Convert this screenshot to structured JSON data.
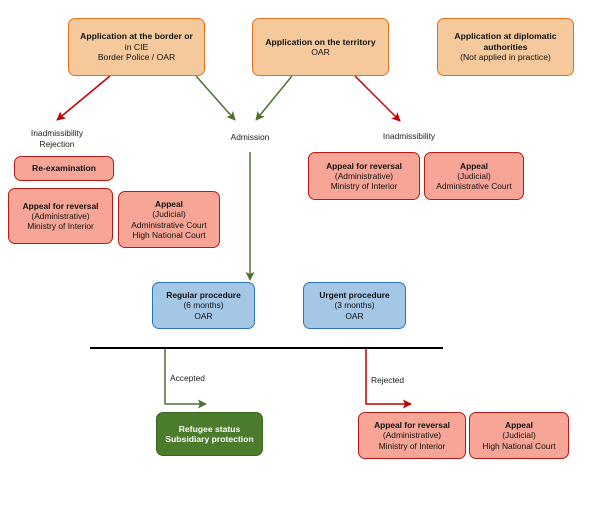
{
  "diagram": {
    "title": "Asylum procedure flowchart",
    "colors": {
      "orange_fill": "#f5c99b",
      "orange_border": "#e2701e",
      "red_fill": "#f6a596",
      "red_border": "#b51b14",
      "blue_fill": "#a4c7e6",
      "blue_border": "#2e73b3",
      "green_fill": "#4b7c2b",
      "green_border": "#3d6522",
      "arrow_red": "#c00000",
      "arrow_green": "#4d7030",
      "divider_black": "#000000"
    },
    "entry_nodes": [
      {
        "id": "application-border",
        "line1": "Application at the border or",
        "line2": "in CIE",
        "line3": "Border Police / OAR"
      },
      {
        "id": "application-territory",
        "line1": "Application on the territory",
        "line2": "OAR",
        "line3": ""
      },
      {
        "id": "application-diplomatic",
        "line1": "Application at diplomatic",
        "line2": "authorities",
        "line3": "(Not applied in practice)"
      }
    ],
    "edge_labels": {
      "inadmissibility_rejection": "Inadmissibility\nRejection",
      "admission": "Admission",
      "inadmissibility_right": "Inadmissibility",
      "accepted": "Accepted",
      "rejected": "Rejected"
    },
    "left_remedies": [
      {
        "id": "re-examination",
        "line1": "Re-examination",
        "line2": "",
        "line3": ""
      },
      {
        "id": "appeal-for-reversal-left",
        "line1": "Appeal for reversal",
        "line2": "(Administrative)",
        "line3": "Ministry of Interior"
      },
      {
        "id": "appeal-judicial-left",
        "line1": "Appeal",
        "line2": "(Judicial)",
        "line3": "Administrative Court",
        "line4": "High National Court"
      }
    ],
    "right_remedies": [
      {
        "id": "appeal-for-reversal-right",
        "line1": "Appeal for reversal",
        "line2": "(Administrative)",
        "line3": "Ministry of Interior"
      },
      {
        "id": "appeal-judicial-right",
        "line1": "Appeal",
        "line2": "(Judicial)",
        "line3": "Administrative Court"
      }
    ],
    "procedures": [
      {
        "id": "regular-procedure",
        "line1": "Regular procedure",
        "line2": "(6 months)",
        "line3": "OAR"
      },
      {
        "id": "urgent-procedure",
        "line1": "Urgent procedure",
        "line2": "(3 months)",
        "line3": "OAR"
      }
    ],
    "outcome_accepted": {
      "id": "refugee-status",
      "line1": "Refugee status",
      "line2": "Subsidiary protection"
    },
    "outcome_rejected": [
      {
        "id": "appeal-for-reversal-bottom",
        "line1": "Appeal for reversal",
        "line2": "(Administrative)",
        "line3": "Ministry of Interior"
      },
      {
        "id": "appeal-judicial-bottom",
        "line1": "Appeal",
        "line2": "(Judicial)",
        "line3": "High National Court"
      }
    ]
  }
}
